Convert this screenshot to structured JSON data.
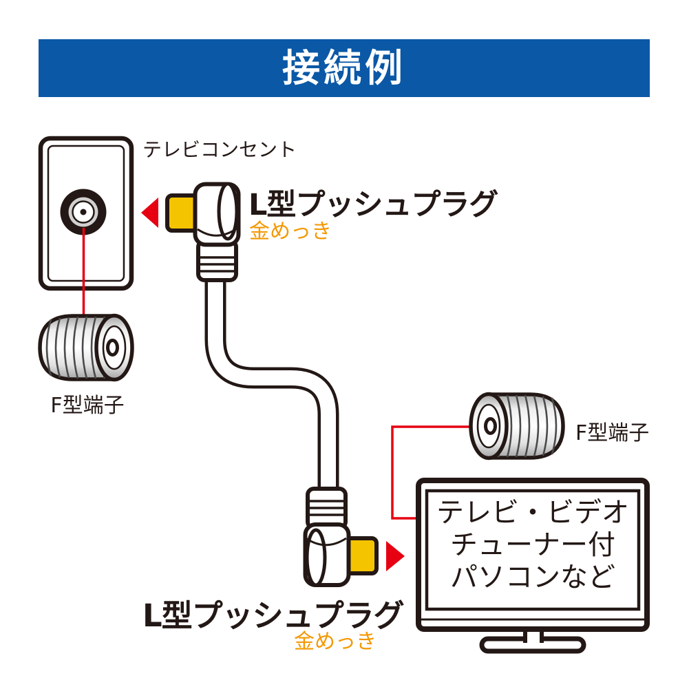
{
  "header": {
    "title": "接続例"
  },
  "wall_outlet": {
    "label": "テレビコンセント"
  },
  "plug_top": {
    "title": "L型プッシュプラグ",
    "subtitle": "金めっき"
  },
  "plug_bottom": {
    "title": "L型プッシュプラグ",
    "subtitle": "金めっき"
  },
  "f_terminal_left": {
    "label": "F型端子"
  },
  "f_terminal_right": {
    "label": "F型端子"
  },
  "device": {
    "lines": [
      "テレビ・ビデオ",
      "チューナー付",
      "パソコンなど"
    ]
  },
  "colors": {
    "header_blue": "#0A58A6",
    "accent_red": "#E60012",
    "gold_plating_yellow": "#F5C400",
    "subtitle_orange": "#F39800",
    "outline_black": "#231815"
  }
}
